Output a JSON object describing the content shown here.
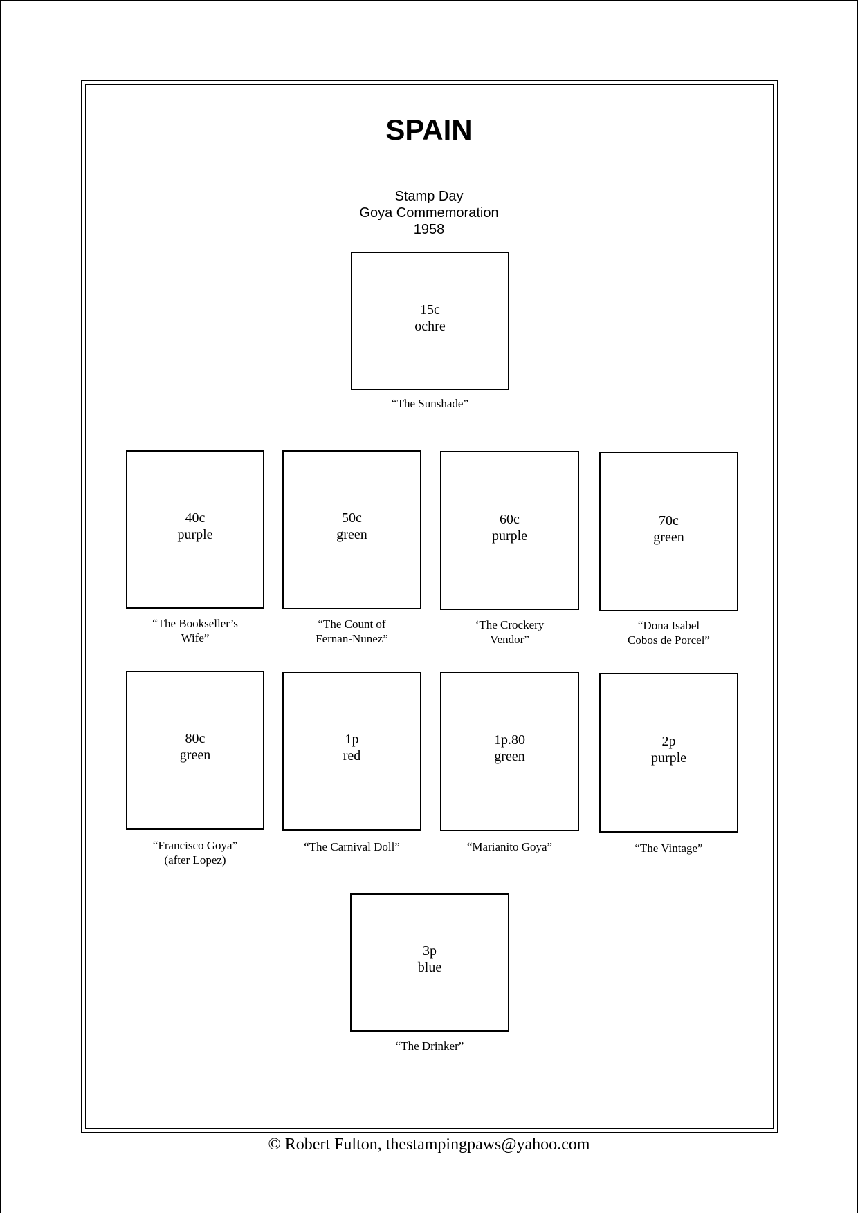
{
  "page": {
    "title": "SPAIN",
    "issue": {
      "line1": "Stamp Day",
      "line2": "Goya Commemoration",
      "line3": "1958"
    },
    "footer": "©  Robert Fulton, thestampingpaws@yahoo.com"
  },
  "stamps": [
    {
      "value": "15c",
      "color": "ochre",
      "caption1": "“The Sunshade”",
      "caption2": ""
    },
    {
      "value": "40c",
      "color": "purple",
      "caption1": "“The Bookseller’s",
      "caption2": "Wife”"
    },
    {
      "value": "50c",
      "color": "green",
      "caption1": "“The Count of",
      "caption2": "Fernan-Nunez”"
    },
    {
      "value": "60c",
      "color": "purple",
      "caption1": "‘The Crockery",
      "caption2": "Vendor”"
    },
    {
      "value": "70c",
      "color": "green",
      "caption1": "“Dona Isabel",
      "caption2": "Cobos de Porcel”"
    },
    {
      "value": "80c",
      "color": "green",
      "caption1": "“Francisco Goya”",
      "caption2": "(after Lopez)"
    },
    {
      "value": "1p",
      "color": "red",
      "caption1": "“The Carnival Doll”",
      "caption2": ""
    },
    {
      "value": "1p.80",
      "color": "green",
      "caption1": "“Marianito Goya”",
      "caption2": ""
    },
    {
      "value": "2p",
      "color": "purple",
      "caption1": "“The Vintage”",
      "caption2": ""
    },
    {
      "value": "3p",
      "color": "blue",
      "caption1": "“The Drinker”",
      "caption2": ""
    }
  ]
}
